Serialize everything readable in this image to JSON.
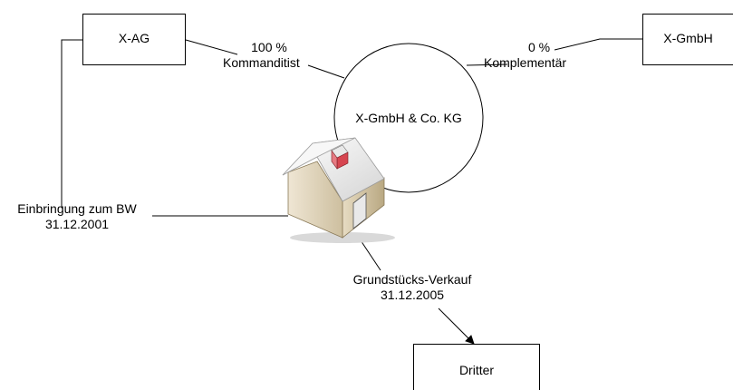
{
  "entities": {
    "xag": "X-AG",
    "xgmbh": "X-GmbH",
    "kg": "X-GmbH & Co. KG",
    "dritter": "Dritter"
  },
  "links": {
    "kommanditist_pct": "100 %",
    "kommanditist_role": "Kommanditist",
    "komplementaer_pct": "0 %",
    "komplementaer_role": "Komplementär",
    "einbringung_line1": "Einbringung zum BW",
    "einbringung_line2": "31.12.2001",
    "verkauf_line1": "Grundstücks-Verkauf",
    "verkauf_line2": "31.12.2005"
  },
  "icons": {
    "property": "house-icon"
  }
}
